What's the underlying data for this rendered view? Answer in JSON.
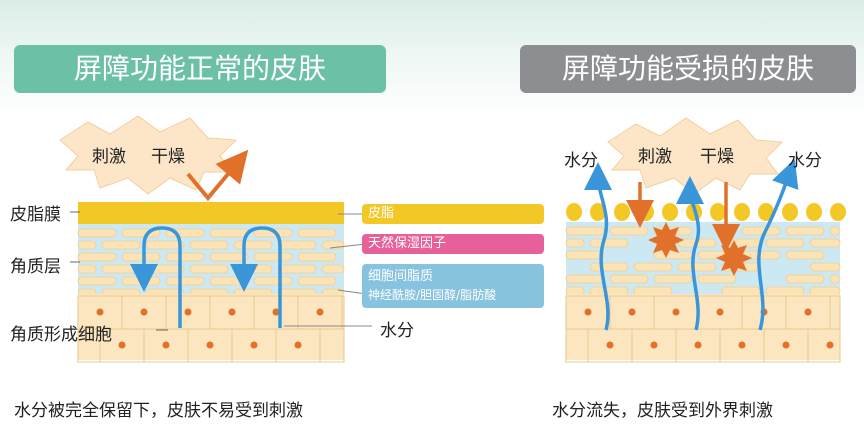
{
  "left_panel": {
    "title": "屏障功能正常的皮肤",
    "burst_text_1": "刺激",
    "burst_text_2": "干燥",
    "layer_labels": [
      "皮脂膜",
      "角质层",
      "角质形成细胞"
    ],
    "legend": {
      "sebum": "皮脂",
      "nmf": "天然保湿因子",
      "lipid_line1": "细胞间脂质",
      "lipid_line2": "神经酰胺/胆固醇/脂肪酸"
    },
    "water_label": "水分",
    "caption": "水分被完全保留下，皮肤不易受到刺激"
  },
  "right_panel": {
    "title": "屏障功能受损的皮肤",
    "burst_text_1": "刺激",
    "burst_text_2": "干燥",
    "water_left": "水分",
    "water_right": "水分",
    "caption": "水分流失，皮肤受到外界刺激"
  },
  "colors": {
    "title_left_bg": "#6cc0a7",
    "title_right_bg": "#8c8e92",
    "sebum": "#f3c826",
    "nmf": "#e7609a",
    "lipid": "#87c3df",
    "water": "#3a96d8",
    "irritation": "#e0702a",
    "cell_fill": "#fbe6bf",
    "nucleus": "#e0702a"
  }
}
